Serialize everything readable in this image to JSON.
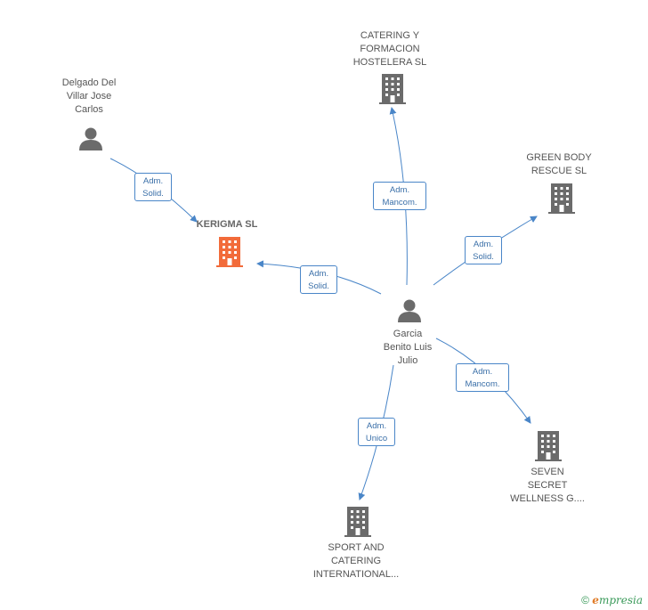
{
  "nodes": {
    "kerigma": {
      "label": "KERIGMA SL",
      "color": "#f26b3a",
      "icon": "building-icon"
    },
    "catering_formacion": {
      "label": "CATERING Y\nFORMACION\nHOSTELERA SL",
      "icon": "building-icon"
    },
    "green_body": {
      "label": "GREEN BODY\nRESCUE SL",
      "icon": "building-icon"
    },
    "seven_secret": {
      "label": "SEVEN\nSECRET\nWELLNESS G....",
      "icon": "building-icon"
    },
    "sport_catering": {
      "label": "SPORT AND\nCATERING\nINTERNATIONAL...",
      "icon": "building-icon"
    },
    "delgado": {
      "label": "Delgado Del\nVillar Jose\nCarlos",
      "icon": "person-icon"
    },
    "garcia": {
      "label": "Garcia\nBenito Luis\nJulio",
      "icon": "person-icon"
    }
  },
  "relations": {
    "delgado_kerigma": {
      "line1": "Adm.",
      "line2": "Solid."
    },
    "garcia_kerigma": {
      "line1": "Adm.",
      "line2": "Solid."
    },
    "garcia_catering_formacion": {
      "line1": "Adm.",
      "line2": "Mancom."
    },
    "garcia_green_body": {
      "line1": "Adm.",
      "line2": "Solid."
    },
    "garcia_seven_secret": {
      "line1": "Adm.",
      "line2": "Mancom."
    },
    "garcia_sport_catering": {
      "line1": "Adm.",
      "line2": "Unico"
    }
  },
  "colors": {
    "edge": "#4a86c8",
    "company": "#6b6b6b",
    "person": "#6b6b6b",
    "highlight": "#f26b3a"
  },
  "brand": {
    "symbol": "©",
    "e": "e",
    "rest": "mpresia"
  }
}
